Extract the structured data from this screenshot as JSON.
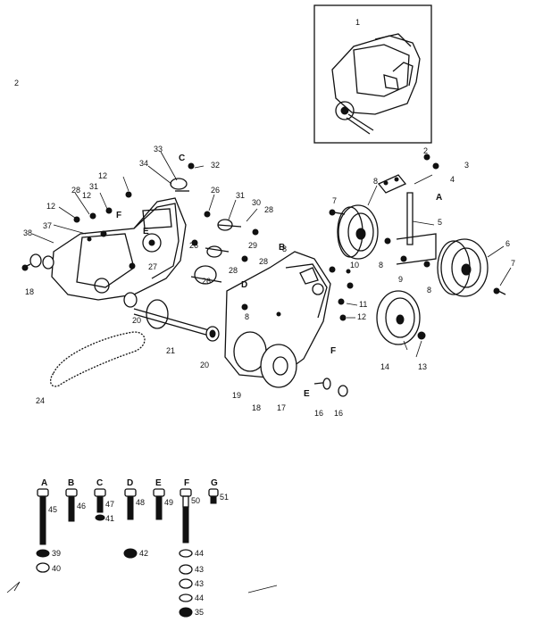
{
  "callouts": {
    "n1": "1",
    "n2": "2",
    "n3": "3",
    "n4": "4",
    "n5": "5",
    "n6": "6",
    "n7a": "7",
    "n7b": "7",
    "n8a": "8",
    "n8b": "8",
    "n8c": "8",
    "n8d": "8",
    "n8e": "8",
    "n9": "9",
    "n10": "10",
    "n11": "11",
    "n12a": "12",
    "n12b": "12",
    "n12c": "12",
    "n12d": "12",
    "n13": "13",
    "n14": "14",
    "n16a": "16",
    "n16b": "16",
    "n17": "17",
    "n18a": "18",
    "n18b": "18",
    "n19": "19",
    "n20a": "20",
    "n20b": "20",
    "n21": "21",
    "n24": "24",
    "n26a": "26",
    "n26b": "26",
    "n26c": "26",
    "n27": "27",
    "n28a": "28",
    "n28b": "28",
    "n28c": "28",
    "n28d": "28",
    "n29": "29",
    "n30": "30",
    "n31a": "31",
    "n31b": "31",
    "n32": "32",
    "n33": "33",
    "n34": "34",
    "n37": "37",
    "n38": "38",
    "n39": "39",
    "n40": "40",
    "n41": "41",
    "n42": "42",
    "n43a": "43",
    "n43b": "43",
    "n44a": "44",
    "n44b": "44",
    "n45": "45",
    "n46": "46",
    "n47": "47",
    "n48": "48",
    "n49": "49",
    "n50": "50",
    "n51": "51",
    "n35": "35",
    "lA": "A",
    "lC": "C",
    "lD": "D",
    "lE": "E",
    "lF": "F",
    "lB": "B",
    "lF2": "F",
    "lE2": "E",
    "mark": "2"
  },
  "hardware_key": {
    "letters": [
      "A",
      "B",
      "C",
      "D",
      "E",
      "F",
      "G"
    ],
    "numbers": [
      "45",
      "46",
      "47",
      "48",
      "49",
      "50",
      "51"
    ]
  }
}
